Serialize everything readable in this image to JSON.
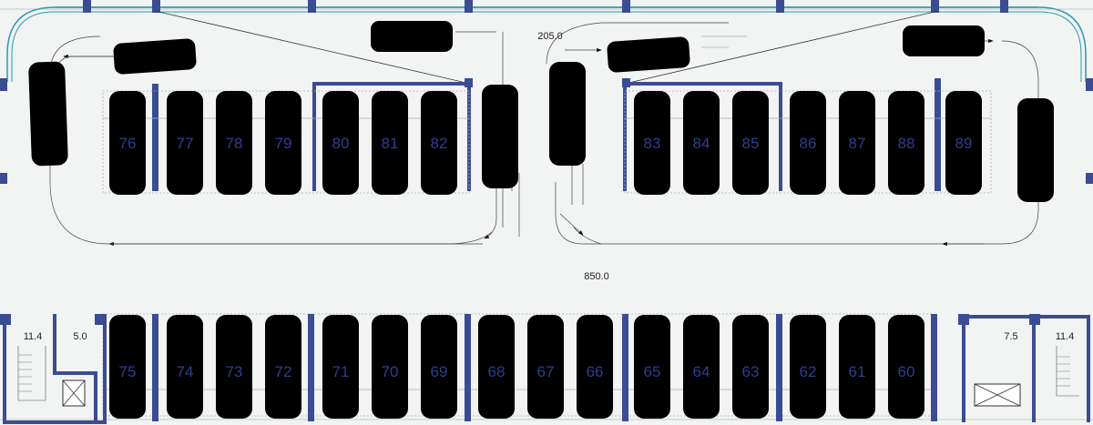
{
  "dimensions": {
    "aisle_top": "205.0",
    "overall_width": "850.0",
    "left_stair": "11.4",
    "left_lift": "5.0",
    "right_lift": "7.5",
    "right_stair": "11.4"
  },
  "spaces": {
    "top_left": [
      "76",
      "77",
      "78",
      "79",
      "80",
      "81",
      "82"
    ],
    "top_right": [
      "83",
      "84",
      "85",
      "86",
      "87",
      "88",
      "89"
    ],
    "bottom": [
      "75",
      "74",
      "73",
      "72",
      "71",
      "70",
      "69",
      "68",
      "67",
      "66",
      "65",
      "64",
      "63",
      "62",
      "61",
      "60"
    ]
  },
  "colors": {
    "structure": "#3b4c93",
    "number": "#2d3f8f",
    "background": "#f2f3f3",
    "curved_wall": "#2a9bb0"
  }
}
